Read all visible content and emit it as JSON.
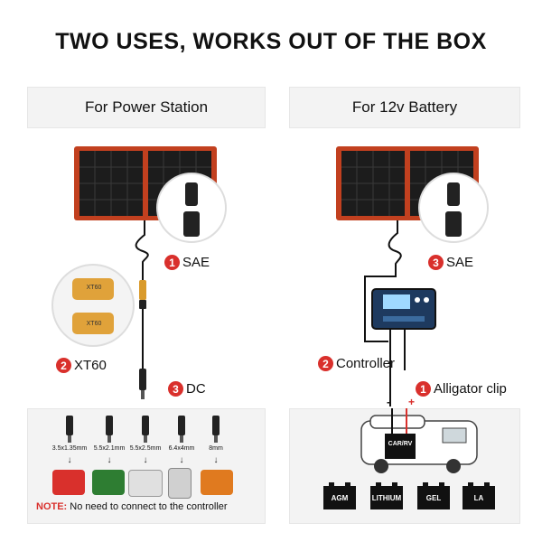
{
  "headline": "TWO USES, WORKS OUT OF THE BOX",
  "left": {
    "title": "For Power Station",
    "callouts": [
      {
        "num": "1",
        "label": "SAE"
      },
      {
        "num": "2",
        "label": "XT60"
      },
      {
        "num": "3",
        "label": "DC"
      }
    ],
    "xt60_labels": [
      "XT60",
      "XT60"
    ],
    "dc_sizes": [
      "3.5x1.35mm",
      "5.5x2.1mm",
      "5.5x2.5mm",
      "6.4x4mm",
      "8mm"
    ],
    "note": {
      "prefix": "NOTE:",
      "text": " No need to connect to the controller"
    }
  },
  "right": {
    "title": "For 12v Battery",
    "callouts": [
      {
        "num": "3",
        "label": "SAE"
      },
      {
        "num": "2",
        "label": "Controller"
      },
      {
        "num": "1",
        "label": "Alligator clip"
      }
    ],
    "polarity": [
      "-",
      "+"
    ],
    "rv_label": "CAR/RV",
    "batteries": [
      "AGM",
      "LITHIUM",
      "GEL",
      "LA"
    ]
  },
  "colors": {
    "accent": "#d9302c",
    "panel": "#1c1c1c",
    "frame": "#c2401f"
  }
}
